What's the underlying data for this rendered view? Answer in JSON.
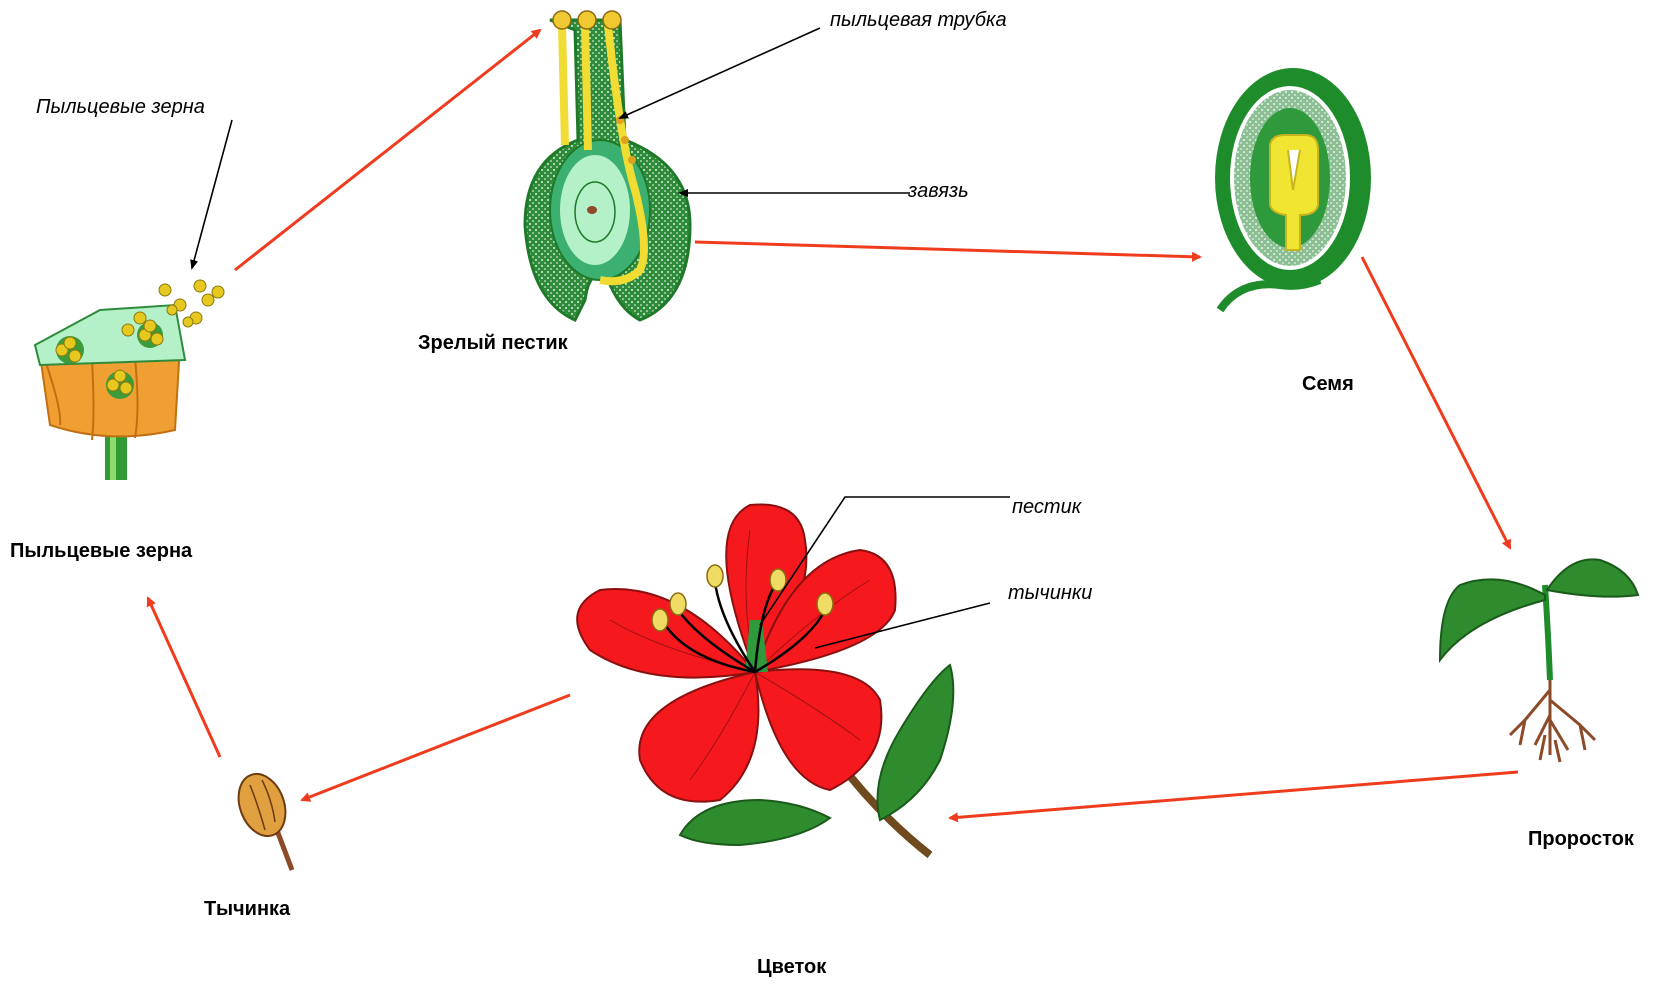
{
  "labels": {
    "pollen_grains_note": "Пыльцевые зерна",
    "pollen_tube": "пыльцевая трубка",
    "ovary": "завязь",
    "pistil": "пестик",
    "stamens": "тычинки"
  },
  "stages": [
    {
      "name": "Пыльцевые зерна"
    },
    {
      "name": "Зрелый пестик"
    },
    {
      "name": "Семя"
    },
    {
      "name": "Проросток"
    },
    {
      "name": "Цветок"
    },
    {
      "name": "Тычинка"
    }
  ],
  "colors": {
    "cycle_arrow": "#f03c1e",
    "pointer_line": "#000000",
    "petal": "#f5191e",
    "leaf": "#1e8c2a",
    "pollen": "#e6c81e",
    "anther": "#f0a032",
    "tissue_light": "#b4f0c8",
    "root": "#8c4a28"
  }
}
